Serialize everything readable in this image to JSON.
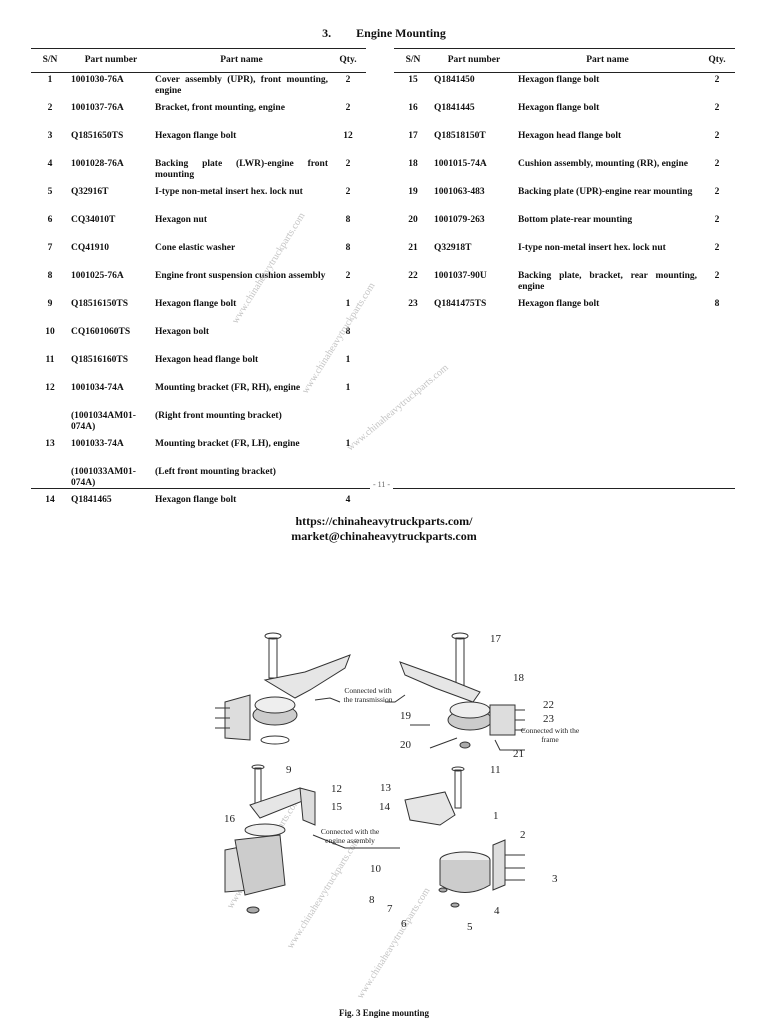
{
  "section": {
    "number": "3.",
    "title": "Engine Mounting"
  },
  "columns": {
    "sn": "S/N",
    "part_number": "Part number",
    "part_name": "Part name",
    "qty": "Qty."
  },
  "left_rows": [
    {
      "sn": "1",
      "pn": "1001030-76A",
      "name": "Cover assembly (UPR), front mounting, engine",
      "qty": "2"
    },
    {
      "sn": "2",
      "pn": "1001037-76A",
      "name": "Bracket, front mounting, engine",
      "qty": "2"
    },
    {
      "sn": "3",
      "pn": "Q1851650TS",
      "name": "Hexagon flange bolt",
      "qty": "12"
    },
    {
      "sn": "4",
      "pn": "1001028-76A",
      "name": "Backing plate (LWR)-engine front mounting",
      "qty": "2"
    },
    {
      "sn": "5",
      "pn": "Q32916T",
      "name": "I-type non-metal insert hex. lock nut",
      "qty": "2"
    },
    {
      "sn": "6",
      "pn": "CQ34010T",
      "name": "Hexagon nut",
      "qty": "8"
    },
    {
      "sn": "7",
      "pn": "CQ41910",
      "name": "Cone elastic washer",
      "qty": "8"
    },
    {
      "sn": "8",
      "pn": "1001025-76A",
      "name": "Engine front suspension cushion assembly",
      "qty": "2"
    },
    {
      "sn": "9",
      "pn": "Q18516150TS",
      "name": "Hexagon flange bolt",
      "qty": "1"
    },
    {
      "sn": "10",
      "pn": "CQ1601060TS",
      "name": "Hexagon bolt",
      "qty": "8"
    },
    {
      "sn": "11",
      "pn": "Q18516160TS",
      "name": "Hexagon head flange bolt",
      "qty": "1"
    },
    {
      "sn": "12",
      "pn": "1001034-74A",
      "name": "Mounting bracket (FR, RH), engine",
      "qty": "1"
    },
    {
      "sn": "",
      "pn": "(1001034AM01-074A)",
      "name": "(Right front mounting bracket)",
      "qty": ""
    },
    {
      "sn": "13",
      "pn": "1001033-74A",
      "name": "Mounting bracket (FR, LH), engine",
      "qty": "1"
    },
    {
      "sn": "",
      "pn": "(1001033AM01-074A)",
      "name": "(Left front mounting bracket)",
      "qty": ""
    },
    {
      "sn": "14",
      "pn": "Q1841465",
      "name": "Hexagon flange bolt",
      "qty": "4"
    }
  ],
  "right_rows": [
    {
      "sn": "15",
      "pn": "Q1841450",
      "name": "Hexagon flange bolt",
      "qty": "2"
    },
    {
      "sn": "16",
      "pn": "Q1841445",
      "name": "Hexagon flange bolt",
      "qty": "2"
    },
    {
      "sn": "17",
      "pn": "Q18518150T",
      "name": "Hexagon head flange bolt",
      "qty": "2"
    },
    {
      "sn": "18",
      "pn": "1001015-74A",
      "name": "Cushion assembly, mounting (RR), engine",
      "qty": "2"
    },
    {
      "sn": "19",
      "pn": "1001063-483",
      "name": "Backing plate (UPR)-engine rear mounting",
      "qty": "2"
    },
    {
      "sn": "20",
      "pn": "1001079-263",
      "name": "Bottom plate-rear mounting",
      "qty": "2"
    },
    {
      "sn": "21",
      "pn": "Q32918T",
      "name": "I-type non-metal insert hex. lock nut",
      "qty": "2"
    },
    {
      "sn": "22",
      "pn": "1001037-90U",
      "name": "Backing plate, bracket, rear mounting, engine",
      "qty": "2"
    },
    {
      "sn": "23",
      "pn": "Q1841475TS",
      "name": "Hexagon flange bolt",
      "qty": "8"
    }
  ],
  "page_number": "- 11 -",
  "contact": {
    "url": "https://chinaheavytruckparts.com/",
    "email": "market@chinaheavytruckparts.com"
  },
  "watermark": "www.chinaheavytruckparts.com",
  "figure": {
    "caption": "Fig. 3 Engine mounting",
    "note_transmission_1": "Connected with",
    "note_transmission_2": "the transmission",
    "note_frame_1": "Connected with the",
    "note_frame_2": "frame",
    "note_engine_1": "Connected with the",
    "note_engine_2": "engine assembly",
    "callouts": [
      "1",
      "2",
      "3",
      "4",
      "5",
      "6",
      "7",
      "8",
      "9",
      "10",
      "11",
      "12",
      "13",
      "14",
      "15",
      "16",
      "17",
      "18",
      "19",
      "20",
      "21",
      "22",
      "23"
    ]
  }
}
